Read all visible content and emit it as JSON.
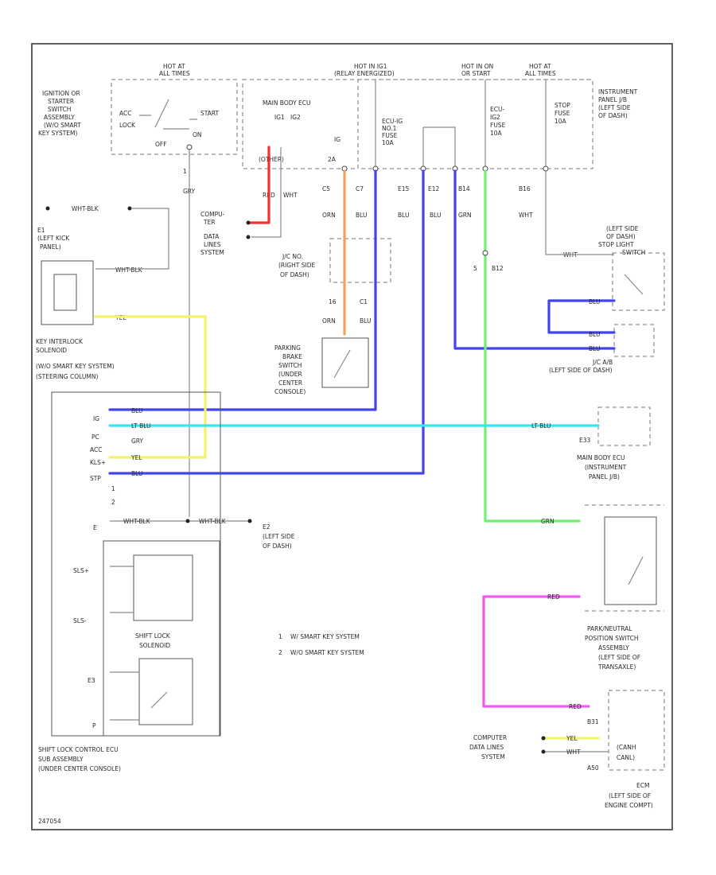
{
  "colors": {
    "red": "#ee3333",
    "orange": "#f4a15a",
    "blue": "#4444ee",
    "ltblue": "#33e6f2",
    "yellow": "#f3f36a",
    "green": "#6ef06e",
    "pink": "#f05af0",
    "gray": "#8a8a8a"
  },
  "top_labels": {
    "hot_all_1": "HOT AT",
    "hot_all_1b": "ALL TIMES",
    "hot_ig": "HOT IN IG1",
    "hot_ig_b": "(RELAY ENERGIZED)",
    "hot_on": "HOT IN ON",
    "hot_on_b": "OR START",
    "hot_all_2": "HOT AT",
    "hot_all_2b": "ALL TIMES"
  },
  "ignition": {
    "l1": "IGNITION OR",
    "l2": "STARTER",
    "l3": "SWITCH",
    "l4": "ASSEMBLY",
    "l5": "(W/O SMART",
    "l6": "KEY SYSTEM)",
    "acc": "ACC",
    "lock": "LOCK",
    "start": "START",
    "on": "ON",
    "off": "OFF",
    "pin": "1",
    "wire": "GRY"
  },
  "main_ecu": {
    "title": "MAIN BODY ECU",
    "p1": "IG1",
    "p2": "IG2",
    "ig": "IG",
    "ll": "(OTHER)",
    "pin": "2A"
  },
  "fuses": {
    "f1": "ECU-IG",
    "f1b": "NO.1",
    "f1c": "FUSE",
    "f1d": "10A",
    "f2": "ECU-",
    "f2b": "IG2",
    "f2c": "FUSE",
    "f2d": "10A",
    "f3": "STOP",
    "f3b": "FUSE",
    "f3c": "10A"
  },
  "instrument_panel": {
    "l1": "INSTRUMENT",
    "l2": "PANEL J/B",
    "l3": "(LEFT SIDE",
    "l4": "OF DASH)"
  },
  "connectors": {
    "c5": "C5",
    "c7": "C7",
    "e15": "E15",
    "e12": "E12",
    "b14": "B14",
    "b16": "B16",
    "orn1": "ORN",
    "blu1": "BLU",
    "blu2": "BLU",
    "blu3": "BLU",
    "grn1": "GRN",
    "wht1": "WHT",
    "red": "RED",
    "wht2": "WHT"
  },
  "comp_lines": {
    "l1": "COMPU-",
    "l2": "TER",
    "l3": "DATA",
    "l4": "LINES",
    "l5": "SYSTEM"
  },
  "ground_e1": {
    "wire1": "WHT-BLK",
    "name": "E1",
    "l1": "(LEFT KICK",
    "l2": "PANEL)",
    "wire2": "WHT-BLK"
  },
  "junction": {
    "l1": "J/C NO.",
    "l2": "(RIGHT SIDE",
    "l3": "OF DASH)",
    "p16": "16",
    "p1": "C1",
    "orn": "ORN",
    "blu": "BLU"
  },
  "stop_light": {
    "l1": "(LEFT SIDE",
    "l2": "OF DASH)",
    "l3": "STOP LIGHT",
    "l4": "SWITCH",
    "wire": "WHT"
  },
  "green_pin": {
    "pin": "5",
    "name": "B12"
  },
  "key_solenoid": {
    "wire": "YEL",
    "l1": "KEY INTERLOCK",
    "l2": "SOLENOID",
    "l3": "(W/O SMART KEY SYSTEM)",
    "l4": "(STEERING COLUMN)"
  },
  "parking_brake": {
    "l1": "PARKING",
    "l2": "BRAKE",
    "l3": "SWITCH",
    "l4": "(UNDER",
    "l5": "CENTER",
    "l6": "CONSOLE)"
  },
  "jc_b": {
    "l1": "J/C A/B",
    "l2": "(LEFT SIDE OF DASH)",
    "w1": "BLU",
    "w2": "BLU",
    "w3": "BLU"
  },
  "main_body_ecu": {
    "l1": "MAIN BODY ECU",
    "l2": "(INSTRUMENT",
    "l3": "PANEL J/B)",
    "pin": "E33",
    "wire": "LT BLU"
  },
  "ecu_pins": {
    "ig": "IG",
    "pc": "PC",
    "acc": "ACC",
    "kls": "KLS+",
    "stp": "STP",
    "p1": "1",
    "p2": "2",
    "e": "E",
    "w_ig": "BLU",
    "w_pc": "LT BLU",
    "w_acc": "GRY",
    "w_kls": "YEL",
    "w_stp": "BLU"
  },
  "ground_e2": {
    "wire1": "WHT-BLK",
    "wire2": "WHT-BLK",
    "name": "E2",
    "l1": "(LEFT SIDE",
    "l2": "OF DASH)"
  },
  "shift_lock": {
    "sls_plus": "SLS+",
    "sls_minus": "SLS-",
    "l1": "SHIFT LOCK",
    "l2": "SOLENOID",
    "e3": "E3",
    "p": "P",
    "ecu1": "SHIFT LOCK CONTROL ECU",
    "ecu2": "SUB ASSEMBLY",
    "ecu3": "(UNDER CENTER CONSOLE)"
  },
  "notes": {
    "n1_num": "1",
    "n1": "W/ SMART KEY SYSTEM",
    "n2_num": "2",
    "n2": "W/O SMART KEY SYSTEM"
  },
  "park_neutral": {
    "grn": "GRN",
    "red": "RED",
    "l1": "PARK/NEUTRAL",
    "l2": "POSITION SWITCH",
    "l3": "ASSEMBLY",
    "l4": "(LEFT SIDE OF",
    "l5": "TRANSAXLE)"
  },
  "ecm": {
    "red": "RED",
    "pin1": "B31",
    "yel": "YEL",
    "wht": "WHT",
    "pin2": "A50",
    "l1": "COMPUTER",
    "l2": "DATA LINES",
    "l3": "SYSTEM",
    "l4": "(CANH",
    "l5": "CANL)",
    "name": "ECM",
    "n2": "(LEFT SIDE OF",
    "n3": "ENGINE COMPT)"
  },
  "footer": {
    "code": "247054"
  }
}
